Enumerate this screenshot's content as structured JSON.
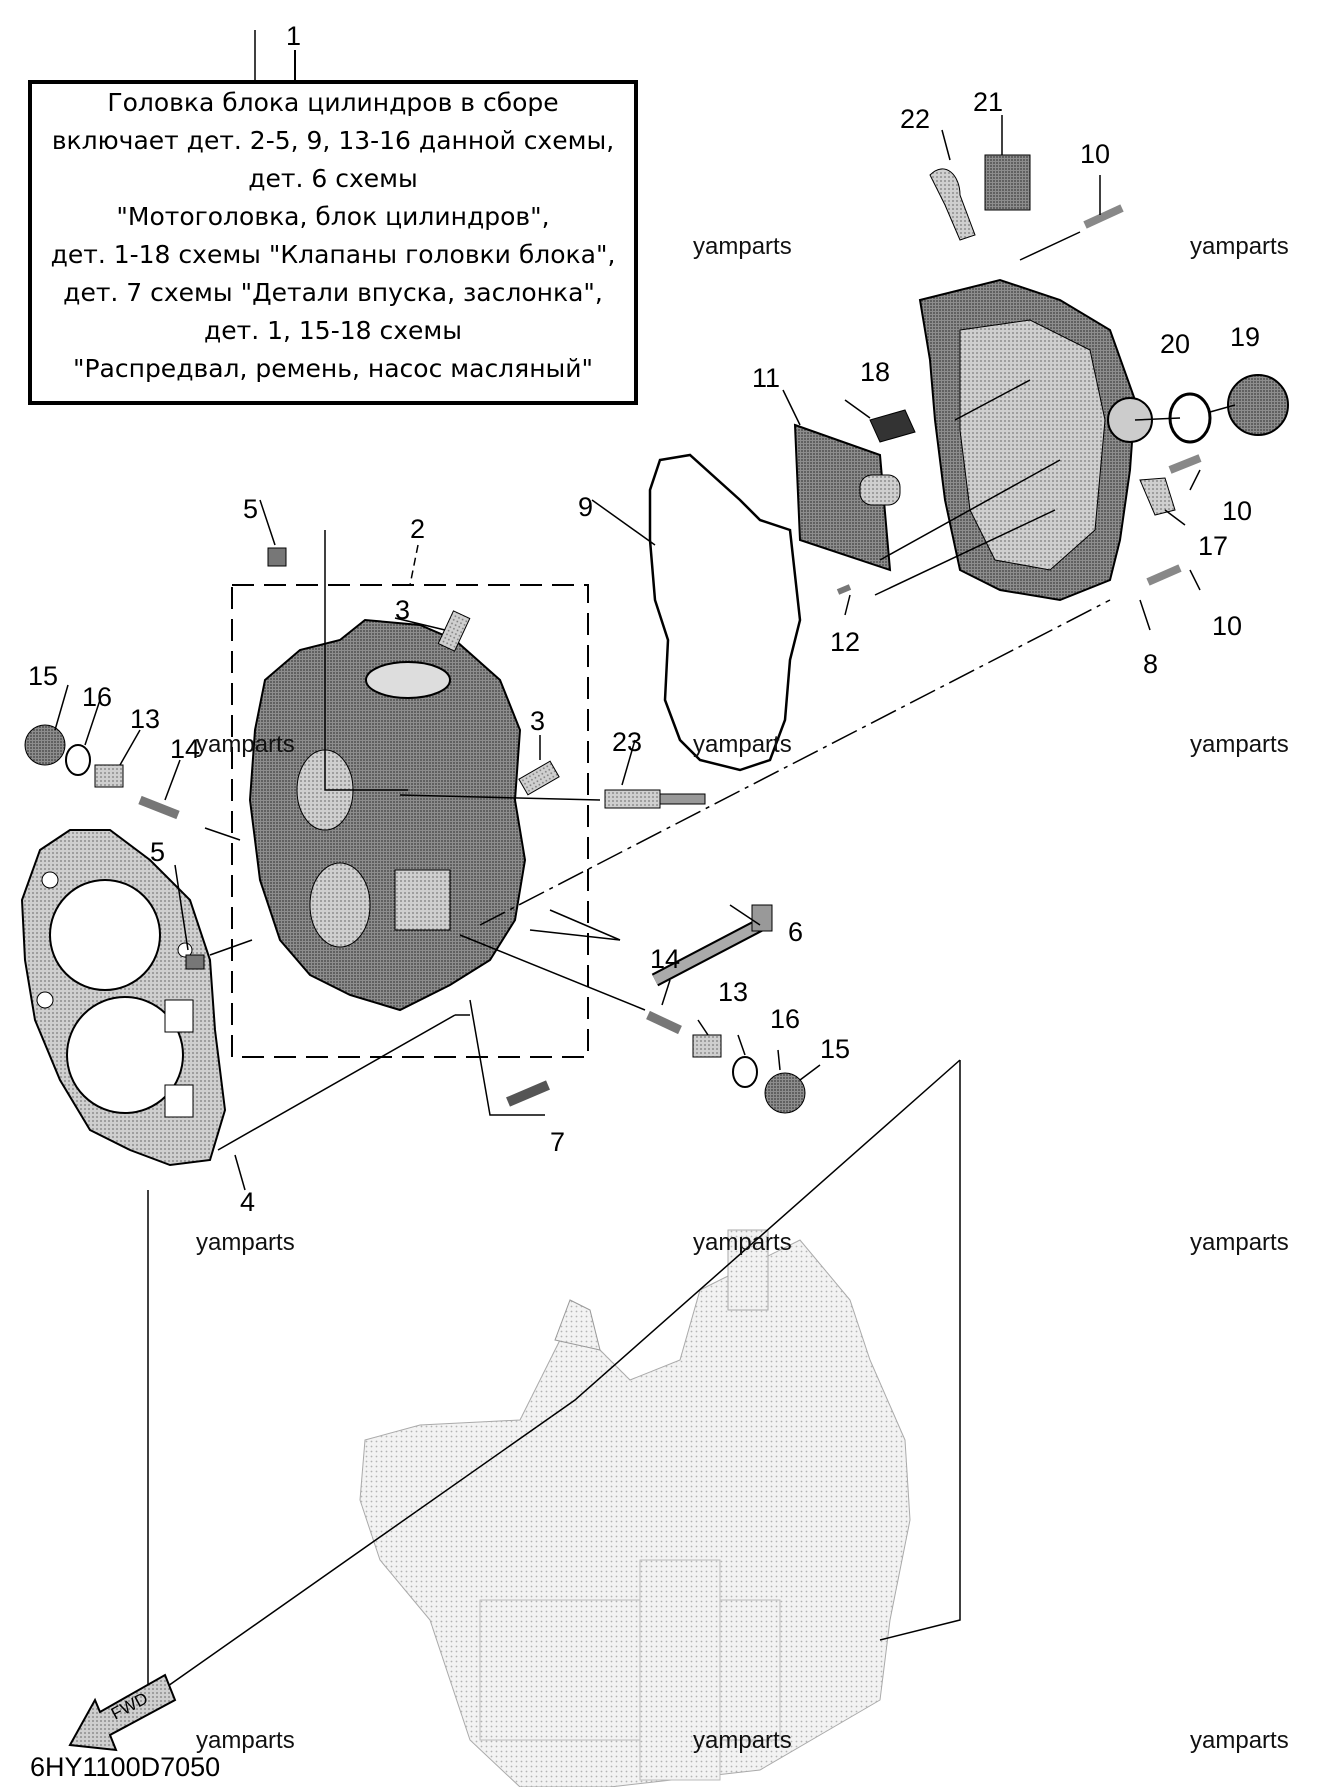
{
  "note": {
    "number": "1",
    "lines": [
      "Головка блока цилиндров в сборе",
      "включает дет. 2-5, 9, 13-16 данной схемы,",
      "дет. 6 схемы",
      "\"Мотоголовка, блок цилиндров\",",
      "дет. 1-18 схемы \"Клапаны головки блока\",",
      "дет. 7 схемы \"Детали впуска, заслонка\",",
      "дет. 1, 15-18 схемы",
      "\"Распредвал, ремень, насос масляный\""
    ]
  },
  "callouts": [
    {
      "id": "c2",
      "text": "2"
    },
    {
      "id": "c3a",
      "text": "3"
    },
    {
      "id": "c3b",
      "text": "3"
    },
    {
      "id": "c4",
      "text": "4"
    },
    {
      "id": "c5a",
      "text": "5"
    },
    {
      "id": "c5b",
      "text": "5"
    },
    {
      "id": "c6",
      "text": "6"
    },
    {
      "id": "c7",
      "text": "7"
    },
    {
      "id": "c8",
      "text": "8"
    },
    {
      "id": "c9",
      "text": "9"
    },
    {
      "id": "c10a",
      "text": "10"
    },
    {
      "id": "c10b",
      "text": "10"
    },
    {
      "id": "c10c",
      "text": "10"
    },
    {
      "id": "c11",
      "text": "11"
    },
    {
      "id": "c12",
      "text": "12"
    },
    {
      "id": "c13a",
      "text": "13"
    },
    {
      "id": "c13b",
      "text": "13"
    },
    {
      "id": "c14a",
      "text": "14"
    },
    {
      "id": "c14b",
      "text": "14"
    },
    {
      "id": "c15a",
      "text": "15"
    },
    {
      "id": "c15b",
      "text": "15"
    },
    {
      "id": "c16a",
      "text": "16"
    },
    {
      "id": "c16b",
      "text": "16"
    },
    {
      "id": "c17",
      "text": "17"
    },
    {
      "id": "c18",
      "text": "18"
    },
    {
      "id": "c19",
      "text": "19"
    },
    {
      "id": "c20",
      "text": "20"
    },
    {
      "id": "c21",
      "text": "21"
    },
    {
      "id": "c22",
      "text": "22"
    },
    {
      "id": "c23",
      "text": "23"
    }
  ],
  "watermark": "yamparts",
  "diagram_code": "6HY1100D7050",
  "fwd_label": "FWD"
}
